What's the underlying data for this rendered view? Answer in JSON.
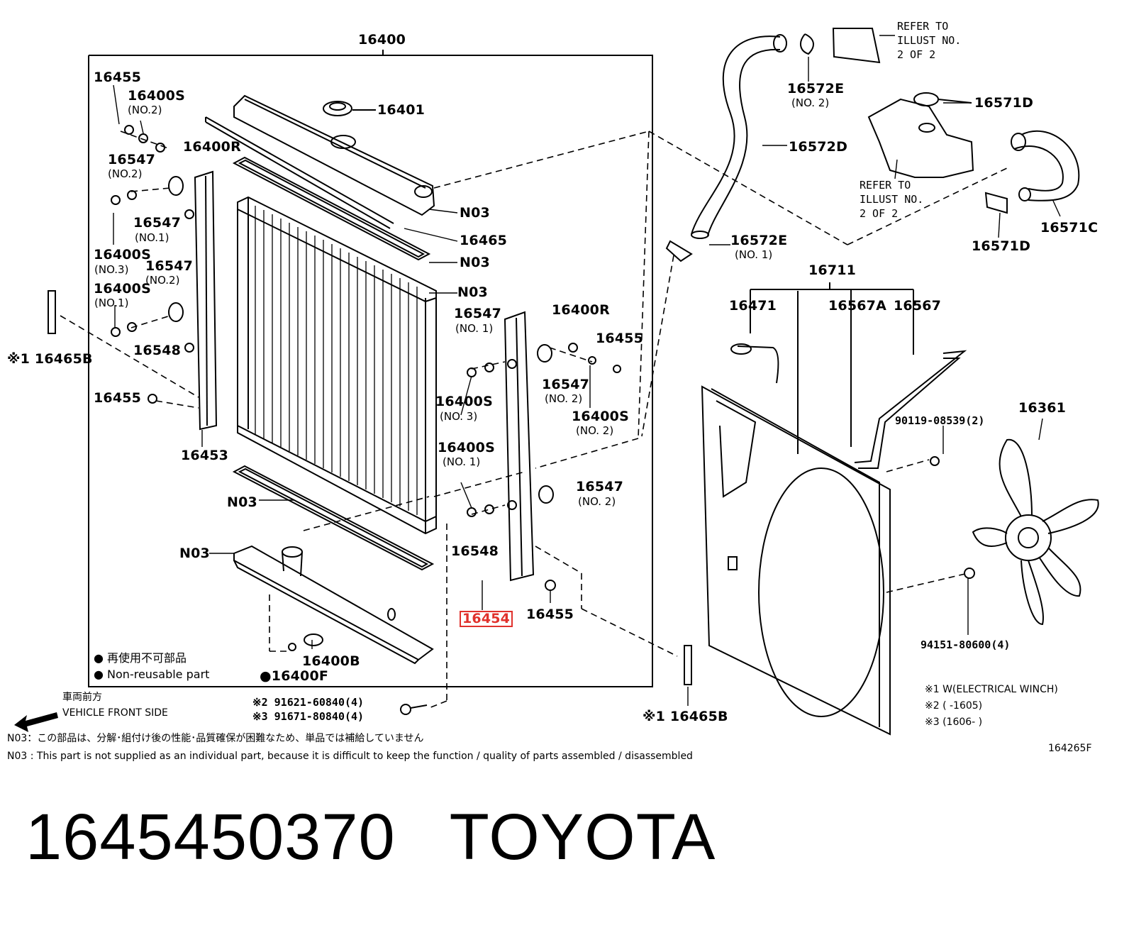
{
  "diagram": {
    "assembly_label": "16400",
    "highlight_part": "16454",
    "labels": [
      {
        "id": "16455-a",
        "text": "16455"
      },
      {
        "id": "16400s-no2-a",
        "text": "16400S"
      },
      {
        "id": "16400s-no2-a-sub",
        "text": "(NO.2)"
      },
      {
        "id": "16400r-a",
        "text": "16400R"
      },
      {
        "id": "16547-no2-a",
        "text": "16547"
      },
      {
        "id": "16547-no2-a-sub",
        "text": "(NO.2)"
      },
      {
        "id": "16547-no1-a",
        "text": "16547"
      },
      {
        "id": "16547-no1-a-sub",
        "text": "(NO.1)"
      },
      {
        "id": "16400s-no3-a",
        "text": "16400S"
      },
      {
        "id": "16400s-no3-a-sub",
        "text": "(NO.3)"
      },
      {
        "id": "16547-no2-b",
        "text": "16547"
      },
      {
        "id": "16547-no2-b-sub",
        "text": "(NO.2)"
      },
      {
        "id": "16400s-no1-a",
        "text": "16400S"
      },
      {
        "id": "16400s-no1-a-sub",
        "text": "(NO.1)"
      },
      {
        "id": "16548-a",
        "text": "16548"
      },
      {
        "id": "16465b-a",
        "text": "※1 16465B"
      },
      {
        "id": "16455-b",
        "text": "16455"
      },
      {
        "id": "16453",
        "text": "16453"
      },
      {
        "id": "16401",
        "text": "16401"
      },
      {
        "id": "n03-a",
        "text": "N03"
      },
      {
        "id": "16465",
        "text": "16465"
      },
      {
        "id": "n03-b",
        "text": "N03"
      },
      {
        "id": "n03-c",
        "text": "N03"
      },
      {
        "id": "n03-d",
        "text": "N03"
      },
      {
        "id": "n03-e",
        "text": "N03"
      },
      {
        "id": "16547-no1-b",
        "text": "16547"
      },
      {
        "id": "16547-no1-b-sub",
        "text": "(NO. 1)"
      },
      {
        "id": "16400r-b",
        "text": "16400R"
      },
      {
        "id": "16455-c",
        "text": "16455"
      },
      {
        "id": "16547-no2-c",
        "text": "16547"
      },
      {
        "id": "16547-no2-c-sub",
        "text": "(NO. 2)"
      },
      {
        "id": "16400s-no3-b",
        "text": "16400S"
      },
      {
        "id": "16400s-no3-b-sub",
        "text": "(NO. 3)"
      },
      {
        "id": "16400s-no2-b",
        "text": "16400S"
      },
      {
        "id": "16400s-no2-b-sub",
        "text": "(NO. 2)"
      },
      {
        "id": "16400s-no1-b",
        "text": "16400S"
      },
      {
        "id": "16400s-no1-b-sub",
        "text": "(NO. 1)"
      },
      {
        "id": "16547-no2-d",
        "text": "16547"
      },
      {
        "id": "16547-no2-d-sub",
        "text": "(NO. 2)"
      },
      {
        "id": "16548-b",
        "text": "16548"
      },
      {
        "id": "16455-d",
        "text": "16455"
      },
      {
        "id": "16400b",
        "text": "16400B"
      },
      {
        "id": "16400f",
        "text": "●16400F"
      },
      {
        "id": "16572e-no2",
        "text": "16572E"
      },
      {
        "id": "16572e-no2-sub",
        "text": "(NO. 2)"
      },
      {
        "id": "16572d",
        "text": "16572D"
      },
      {
        "id": "16572e-no1",
        "text": "16572E"
      },
      {
        "id": "16572e-no1-sub",
        "text": "(NO. 1)"
      },
      {
        "id": "16571d-a",
        "text": "16571D"
      },
      {
        "id": "16571d-b",
        "text": "16571D"
      },
      {
        "id": "16571c",
        "text": "16571C"
      },
      {
        "id": "16711",
        "text": "16711"
      },
      {
        "id": "16471",
        "text": "16471"
      },
      {
        "id": "16567a",
        "text": "16567A"
      },
      {
        "id": "16567",
        "text": "16567"
      },
      {
        "id": "16361",
        "text": "16361"
      },
      {
        "id": "90119",
        "text": "90119-08539(2)"
      },
      {
        "id": "94151",
        "text": "94151-80600(4)"
      },
      {
        "id": "16465b-b",
        "text": "※1 16465B"
      },
      {
        "id": "bolt-2",
        "text": "※2 91621-60840(4)"
      },
      {
        "id": "bolt-3",
        "text": "※3 91671-80840(4)"
      }
    ],
    "refer_1": [
      "REFER TO",
      "ILLUST NO.",
      "2 OF 2"
    ],
    "refer_2": [
      "REFER TO",
      "ILLUST NO.",
      "2 OF 2"
    ],
    "legend": {
      "nonreusable_jp": "● 再使用不可部品",
      "nonreusable_en": "● Non-reusable part",
      "front_jp": "車両前方",
      "front_en": "VEHICLE FRONT SIDE",
      "footnote_1": "※1 W(ELECTRICAL WINCH)",
      "footnote_2": "※2 (      -1605)",
      "footnote_3": "※3 (1606-      )"
    },
    "notes": {
      "jp": "N03：この部品は、分解･組付け後の性能･品質確保が困難なため、単品では補給していません",
      "en": "N03 : This part is not supplied as an individual part, because it is difficult to keep the function / quality of parts assembled / disassembled"
    },
    "illustration_code": "164265F"
  },
  "caption": {
    "part_number": "1645450370",
    "brand": "TOYOTA"
  }
}
